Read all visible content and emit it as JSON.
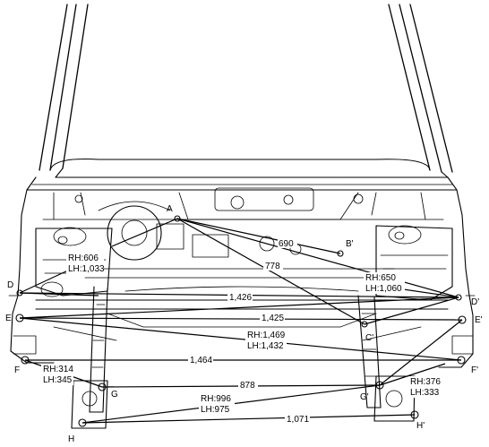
{
  "points": {
    "A": "A",
    "B_prime": "B'",
    "C_prime": "C'",
    "D": "D",
    "D_prime": "D'",
    "E": "E",
    "E_prime": "E'",
    "F": "F",
    "F_prime": "F'",
    "G": "G",
    "G_prime": "G'",
    "H": "H",
    "H_prime": "H'"
  },
  "dimensions": {
    "a_b": "690",
    "a_c": "778",
    "left_rh": "RH:606",
    "left_lh": "LH:1,033",
    "right_rh": "RH:650",
    "right_lh": "LH:1,060",
    "d_e_cross": "1,426",
    "e_e": "1,425",
    "e_f_rh": "RH:1,469",
    "e_f_lh": "LH:1,432",
    "f_f": "1,464",
    "f_g_rh": "RH:314",
    "f_g_lh": "LH:345",
    "g_g": "878",
    "g_h_rh": "RH:996",
    "g_h_lh": "LH:975",
    "h_h": "1,071",
    "fr_rh": "RH:376",
    "fr_lh": "LH:333"
  }
}
